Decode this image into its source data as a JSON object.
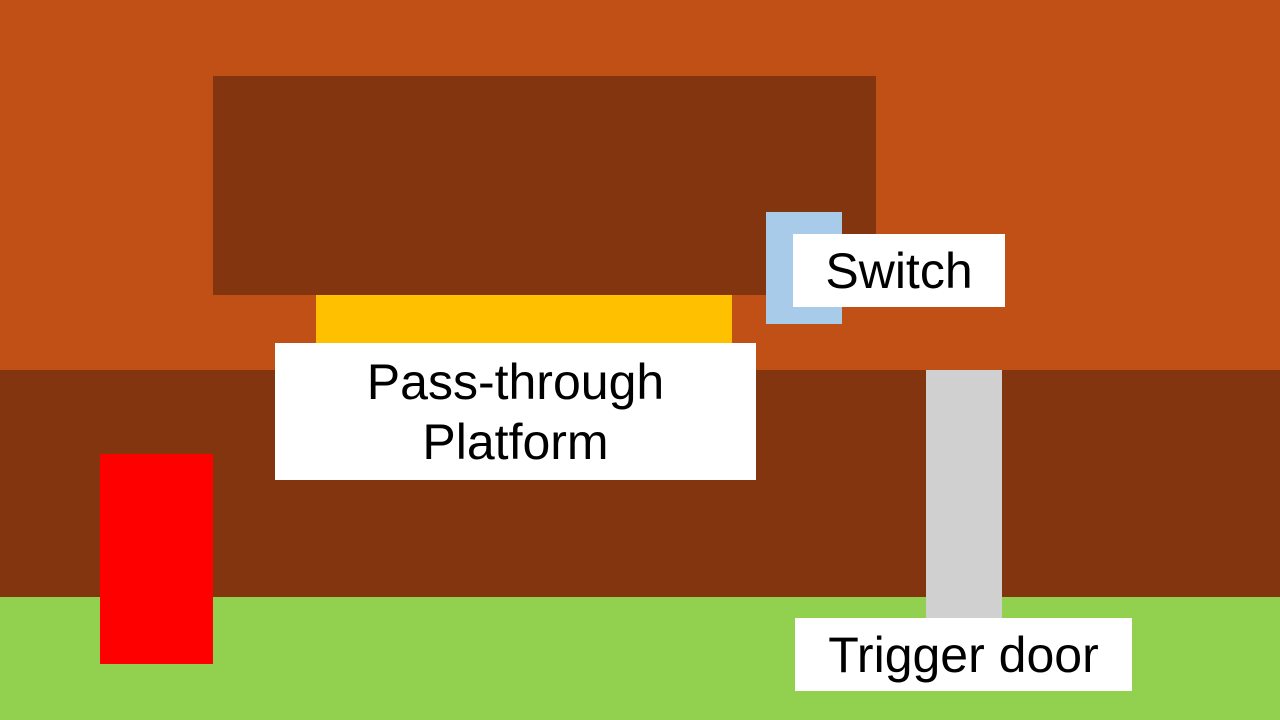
{
  "labels": {
    "switch": "Switch",
    "platform": "Pass-through\nPlatform",
    "door": "Trigger door"
  },
  "colors": {
    "sky": "#c05015",
    "wall": "#833510",
    "ground": "#92d050",
    "upper_slab": "#833510",
    "platform": "#ffc000",
    "switch": "#a9cbea",
    "door": "#d0d0d0",
    "player": "#ff0000",
    "label_bg": "#ffffff",
    "label_text": "#000000"
  }
}
